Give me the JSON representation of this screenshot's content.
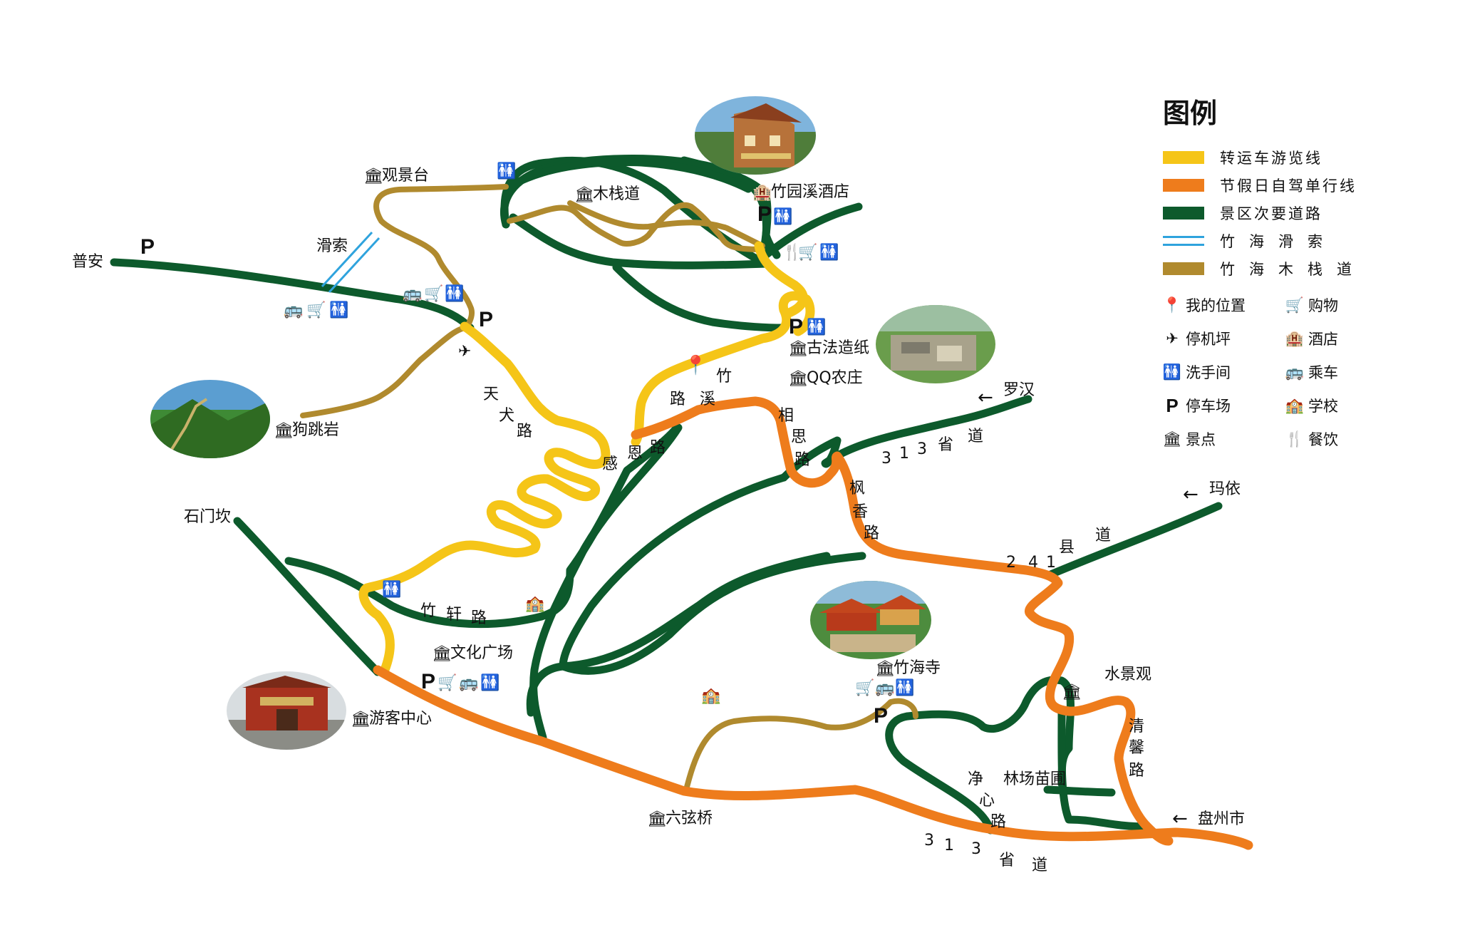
{
  "legend": {
    "title": "图例",
    "lines": [
      {
        "name": "转运车游览线",
        "color": "#f5c518"
      },
      {
        "name": "节假日自驾单行线",
        "color": "#ee7c1c"
      },
      {
        "name": "景区次要道路",
        "color": "#0d5a2c"
      },
      {
        "name": "竹海滑索",
        "color": "#2fa3dd"
      },
      {
        "name": "竹海木栈道",
        "color": "#b08a2e"
      }
    ],
    "symbols": [
      {
        "name": "我的位置",
        "icon": "location-pin-icon"
      },
      {
        "name": "购物",
        "icon": "shopping-cart-icon"
      },
      {
        "name": "停机坪",
        "icon": "helipad-icon"
      },
      {
        "name": "酒店",
        "icon": "hotel-icon"
      },
      {
        "name": "洗手间",
        "icon": "restroom-icon"
      },
      {
        "name": "乘车",
        "icon": "bus-icon"
      },
      {
        "name": "停车场",
        "icon": "parking-icon"
      },
      {
        "name": "学校",
        "icon": "school-icon"
      },
      {
        "name": "景点",
        "icon": "scenic-spot-icon"
      },
      {
        "name": "餐饮",
        "icon": "dining-icon"
      }
    ]
  },
  "parking_letter": "P",
  "places": {
    "guanjingtai": "观景台",
    "muzhandao": "木栈道",
    "zhuyuanxi_hotel": "竹园溪酒店",
    "huasuo": "滑索",
    "gufa_zaozhi": "古法造纸",
    "qq_nongzhuang": "QQ农庄",
    "goutiaoyan": "狗跳岩",
    "wenhua_guangchang": "文化广场",
    "youke_zhongxin": "游客中心",
    "zhuhaisi": "竹海寺",
    "shuijingguan": "水景观",
    "linchang_miaopu": "林场苗圃",
    "liuxianqiao": "六弦桥"
  },
  "destinations": {
    "puan": "普安",
    "shimenkan": "石门坎",
    "luohan": "罗汉",
    "mayi": "玛依",
    "panzhou": "盘州市"
  },
  "roads": {
    "tianquan": [
      "天",
      "犬",
      "路"
    ],
    "zhuxi": [
      "竹",
      "路",
      "溪"
    ],
    "ganen": [
      "感",
      "恩",
      "路"
    ],
    "xiangsi": [
      "相",
      "思",
      "路"
    ],
    "fengxiang": [
      "枫",
      "香",
      "路"
    ],
    "zhuxuan": [
      "竹",
      "轩",
      "路"
    ],
    "jingxin": [
      "净",
      "心",
      "路"
    ],
    "qingxin": [
      "清",
      "馨",
      "路"
    ],
    "prov313_upper": [
      "3",
      "1",
      "3",
      "省",
      "道"
    ],
    "prov313_lower": [
      "3",
      "1",
      "3",
      "省",
      "道"
    ],
    "county241": [
      "2",
      "4",
      "1",
      "县",
      "道"
    ]
  }
}
